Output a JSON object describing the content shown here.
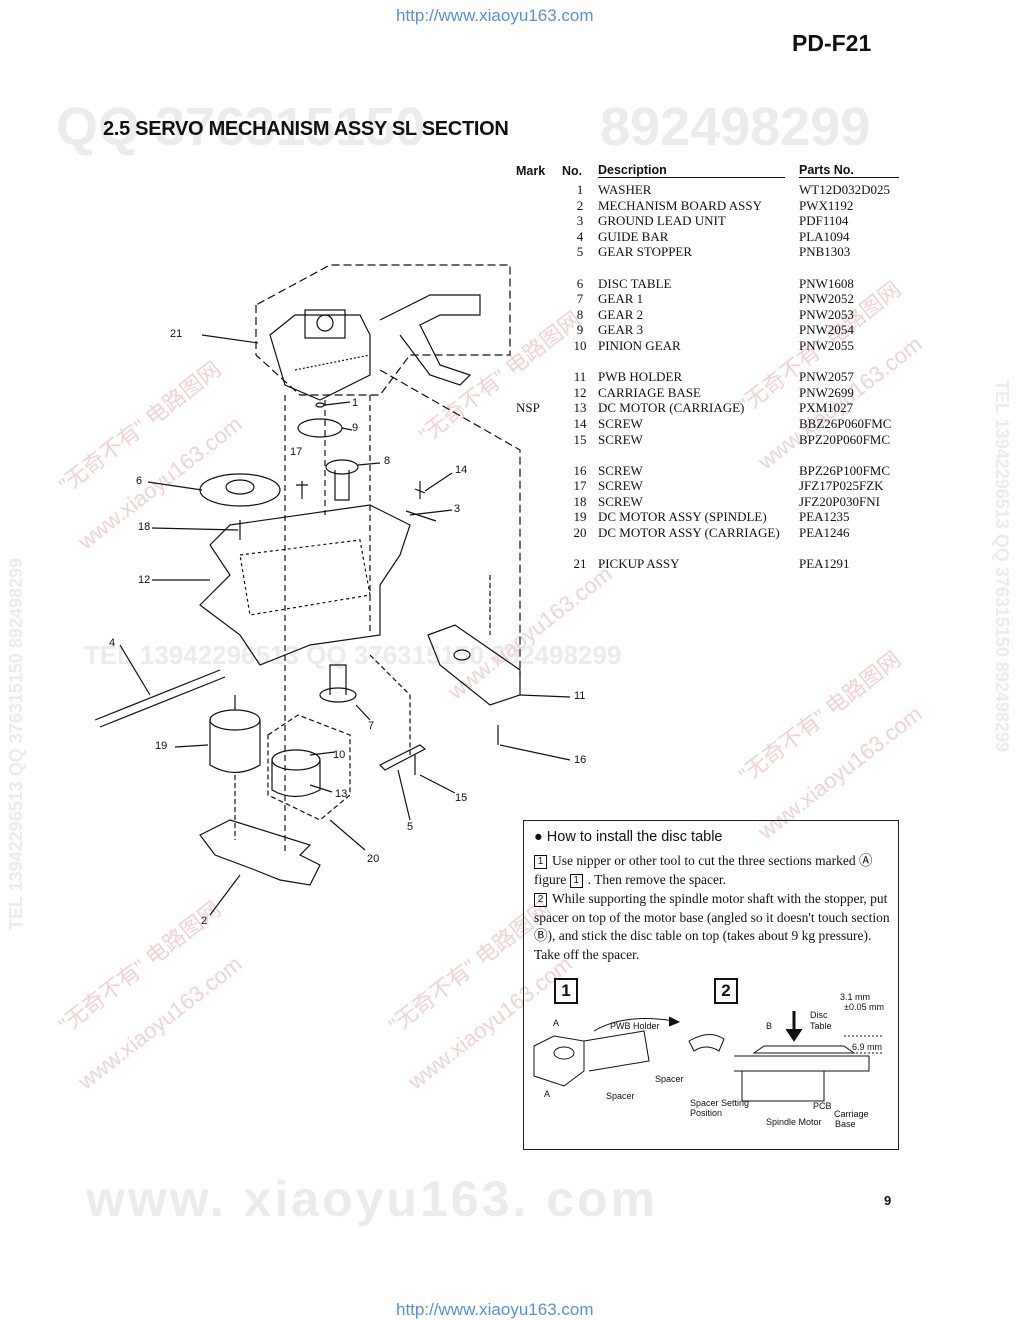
{
  "header": {
    "url_top": "http://www.xiaoyu163.com",
    "model": "PD-F21"
  },
  "section_title": "2.5 SERVO MECHANISM ASSY SL SECTION",
  "watermarks": {
    "big_number": "892498299",
    "big_qq": "QQ 376315150",
    "mid_line": "TEL 13942296513   QQ 376315150   892498299",
    "diag_cn": "\"无奇不有\" 电路图网",
    "diag_url": "www.xiaoyu163.com",
    "side_text": "TEL 13942296513  QQ 376315150  892498299",
    "bottom_big": "www. xiaoyu163. com"
  },
  "parts_table": {
    "headers": {
      "mark": "Mark",
      "no": "No.",
      "description": "Description",
      "parts_no": "Parts No."
    },
    "groups": [
      [
        {
          "mark": "",
          "no": "1",
          "description": "WASHER",
          "parts_no": "WT12D032D025"
        },
        {
          "mark": "",
          "no": "2",
          "description": "MECHANISM BOARD ASSY",
          "parts_no": "PWX1192"
        },
        {
          "mark": "",
          "no": "3",
          "description": "GROUND LEAD UNIT",
          "parts_no": "PDF1104"
        },
        {
          "mark": "",
          "no": "4",
          "description": "GUIDE BAR",
          "parts_no": "PLA1094"
        },
        {
          "mark": "",
          "no": "5",
          "description": "GEAR STOPPER",
          "parts_no": "PNB1303"
        }
      ],
      [
        {
          "mark": "",
          "no": "6",
          "description": "DISC TABLE",
          "parts_no": "PNW1608"
        },
        {
          "mark": "",
          "no": "7",
          "description": "GEAR 1",
          "parts_no": "PNW2052"
        },
        {
          "mark": "",
          "no": "8",
          "description": "GEAR 2",
          "parts_no": "PNW2053"
        },
        {
          "mark": "",
          "no": "9",
          "description": "GEAR 3",
          "parts_no": "PNW2054"
        },
        {
          "mark": "",
          "no": "10",
          "description": "PINION GEAR",
          "parts_no": "PNW2055"
        }
      ],
      [
        {
          "mark": "",
          "no": "11",
          "description": "PWB HOLDER",
          "parts_no": "PNW2057"
        },
        {
          "mark": "",
          "no": "12",
          "description": "CARRIAGE BASE",
          "parts_no": "PNW2699"
        },
        {
          "mark": "NSP",
          "no": "13",
          "description": "DC MOTOR (CARRIAGE)",
          "parts_no": "PXM1027"
        },
        {
          "mark": "",
          "no": "14",
          "description": "SCREW",
          "parts_no": "BBZ26P060FMC"
        },
        {
          "mark": "",
          "no": "15",
          "description": "SCREW",
          "parts_no": "BPZ20P060FMC"
        }
      ],
      [
        {
          "mark": "",
          "no": "16",
          "description": "SCREW",
          "parts_no": "BPZ26P100FMC"
        },
        {
          "mark": "",
          "no": "17",
          "description": "SCREW",
          "parts_no": "JFZ17P025FZK"
        },
        {
          "mark": "",
          "no": "18",
          "description": "SCREW",
          "parts_no": "JFZ20P030FNI"
        },
        {
          "mark": "",
          "no": "19",
          "description": "DC MOTOR ASSY (SPINDLE)",
          "parts_no": "PEA1235"
        },
        {
          "mark": "",
          "no": "20",
          "description": "DC MOTOR ASSY (CARRIAGE)",
          "parts_no": "PEA1246"
        }
      ],
      [
        {
          "mark": "",
          "no": "21",
          "description": "PICKUP ASSY",
          "parts_no": "PEA1291"
        }
      ]
    ]
  },
  "diagram_callouts": [
    "21",
    "1",
    "9",
    "17",
    "8",
    "14",
    "3",
    "6",
    "18",
    "12",
    "4",
    "11",
    "7",
    "19",
    "10",
    "13",
    "16",
    "15",
    "5",
    "20",
    "2"
  ],
  "install_box": {
    "title": "How to install the disc table",
    "step1_num": "1",
    "step1_text": "Use nipper or other tool to cut the three sections marked Ⓐ figure",
    "step1_fig": "1",
    "step1_tail": ". Then remove the spacer.",
    "step2_num": "2",
    "step2_text": "While supporting the spindle motor shaft with the stopper, put spacer on top of the motor base (angled so it doesn't touch section Ⓑ), and stick the disc table on top (takes about 9 kg pressure). Take off the spacer.",
    "fig1_label": "1",
    "fig2_label": "2",
    "fig_labels": {
      "a": "A",
      "b": "B",
      "pwb_holder": "PWB Holder",
      "spacer": "Spacer",
      "spacer2": "Spacer",
      "spacer_setting": "Spacer Setting",
      "position": "Position",
      "pcb": "PCB",
      "spindle_motor": "Spindle Motor",
      "carriage": "Carriage",
      "base": "Base",
      "disc": "Disc",
      "table": "Table",
      "dim1": "3.1 mm",
      "dim1b": "±0.05 mm",
      "dim2": "6.9 mm"
    }
  },
  "page_number": "9",
  "url_bottom": "http://www.xiaoyu163.com"
}
